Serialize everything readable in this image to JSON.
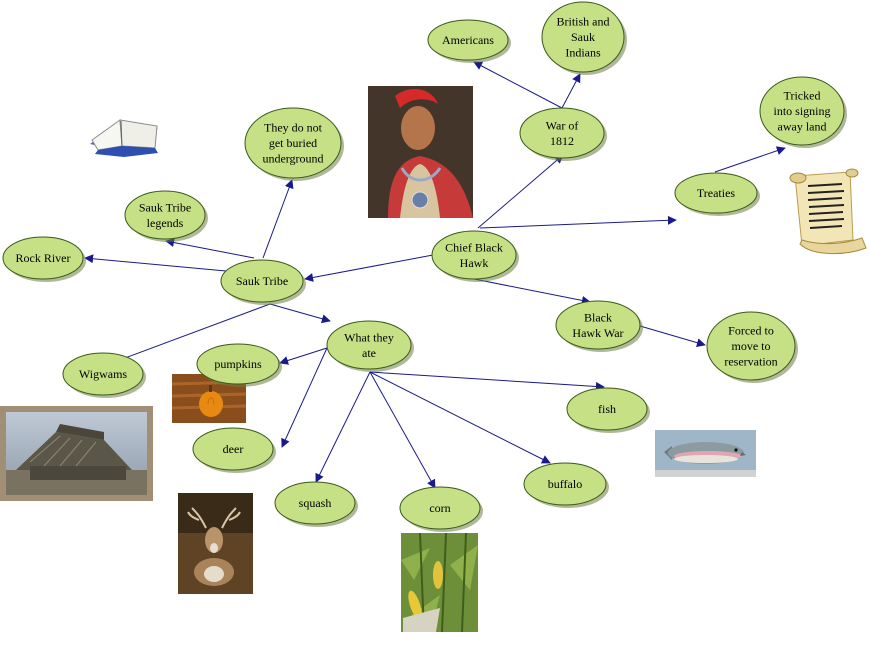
{
  "nodes": {
    "chief": [
      "Chief Black",
      "Hawk"
    ],
    "sauk": [
      "Sauk Tribe"
    ],
    "rock": [
      "Rock River"
    ],
    "legends": [
      "Sauk Tribe",
      "legends"
    ],
    "buried": [
      "They do not",
      "get buried",
      "underground"
    ],
    "war1812": [
      "War of",
      "1812"
    ],
    "americans": [
      "Americans"
    ],
    "british": [
      "British and",
      "Sauk",
      "Indians"
    ],
    "treaties": [
      "Treaties"
    ],
    "tricked": [
      "Tricked",
      "into signing",
      "away land"
    ],
    "bhwar": [
      "Black",
      "Hawk War"
    ],
    "forced": [
      "Forced to",
      "move to",
      "reservation"
    ],
    "ate": [
      "What they",
      "ate"
    ],
    "wigwams": [
      "Wigwams"
    ],
    "pumpkins": [
      "pumpkins"
    ],
    "deer": [
      "deer"
    ],
    "squash": [
      "squash"
    ],
    "corn": [
      "corn"
    ],
    "buffalo": [
      "buffalo"
    ],
    "fish": [
      "fish"
    ]
  },
  "pictures": [
    "book",
    "portrait",
    "scroll",
    "pumpkin",
    "wigwam-photo",
    "deer-photo",
    "corn-photo",
    "fish-photo"
  ],
  "colors": {
    "node_fill": "#c5e085",
    "node_stroke": "#3a5a1a",
    "line": "#1a1a8c"
  }
}
